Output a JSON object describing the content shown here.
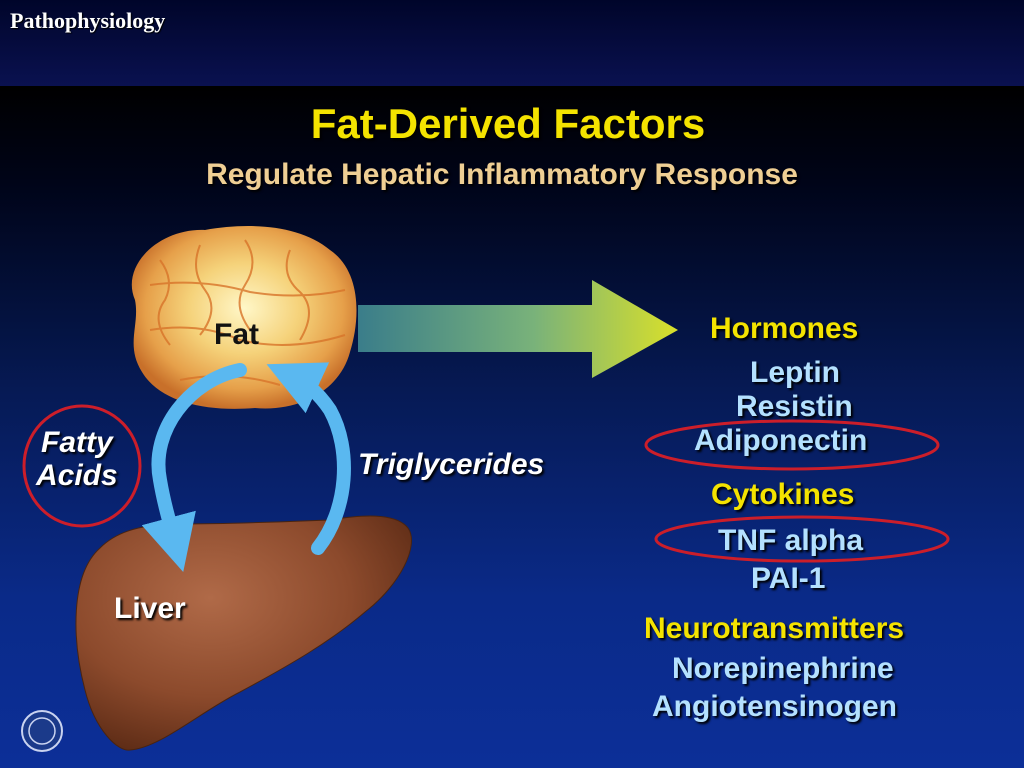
{
  "header": {
    "section_label": "Pathophysiology"
  },
  "slide": {
    "title": "Fat-Derived Factors",
    "subtitle": "Regulate Hepatic Inflammatory Response"
  },
  "diagram": {
    "fat_label": "Fat",
    "liver_label": "Liver",
    "fatty_acids_line1": "Fatty",
    "fatty_acids_line2": "Acids",
    "triglycerides_label": "Triglycerides"
  },
  "factors": {
    "hormones": {
      "heading": "Hormones",
      "items": [
        "Leptin",
        "Resistin",
        "Adiponectin"
      ]
    },
    "cytokines": {
      "heading": "Cytokines",
      "items": [
        "TNF alpha",
        "PAI-1"
      ]
    },
    "neurotransmitters": {
      "heading": "Neurotransmitters",
      "items": [
        "Norepinephrine",
        "Angiotensinogen"
      ]
    }
  },
  "colors": {
    "heading_yellow": "#f4e300",
    "subtitle_tan": "#efcf94",
    "item_blue": "#b4e1ff",
    "highlight_red": "#cc1e2a",
    "cycle_arrow_blue": "#5ab8f0"
  },
  "icons": [
    "fat-tissue-image",
    "liver-image",
    "big-right-arrow",
    "logo-seal"
  ]
}
